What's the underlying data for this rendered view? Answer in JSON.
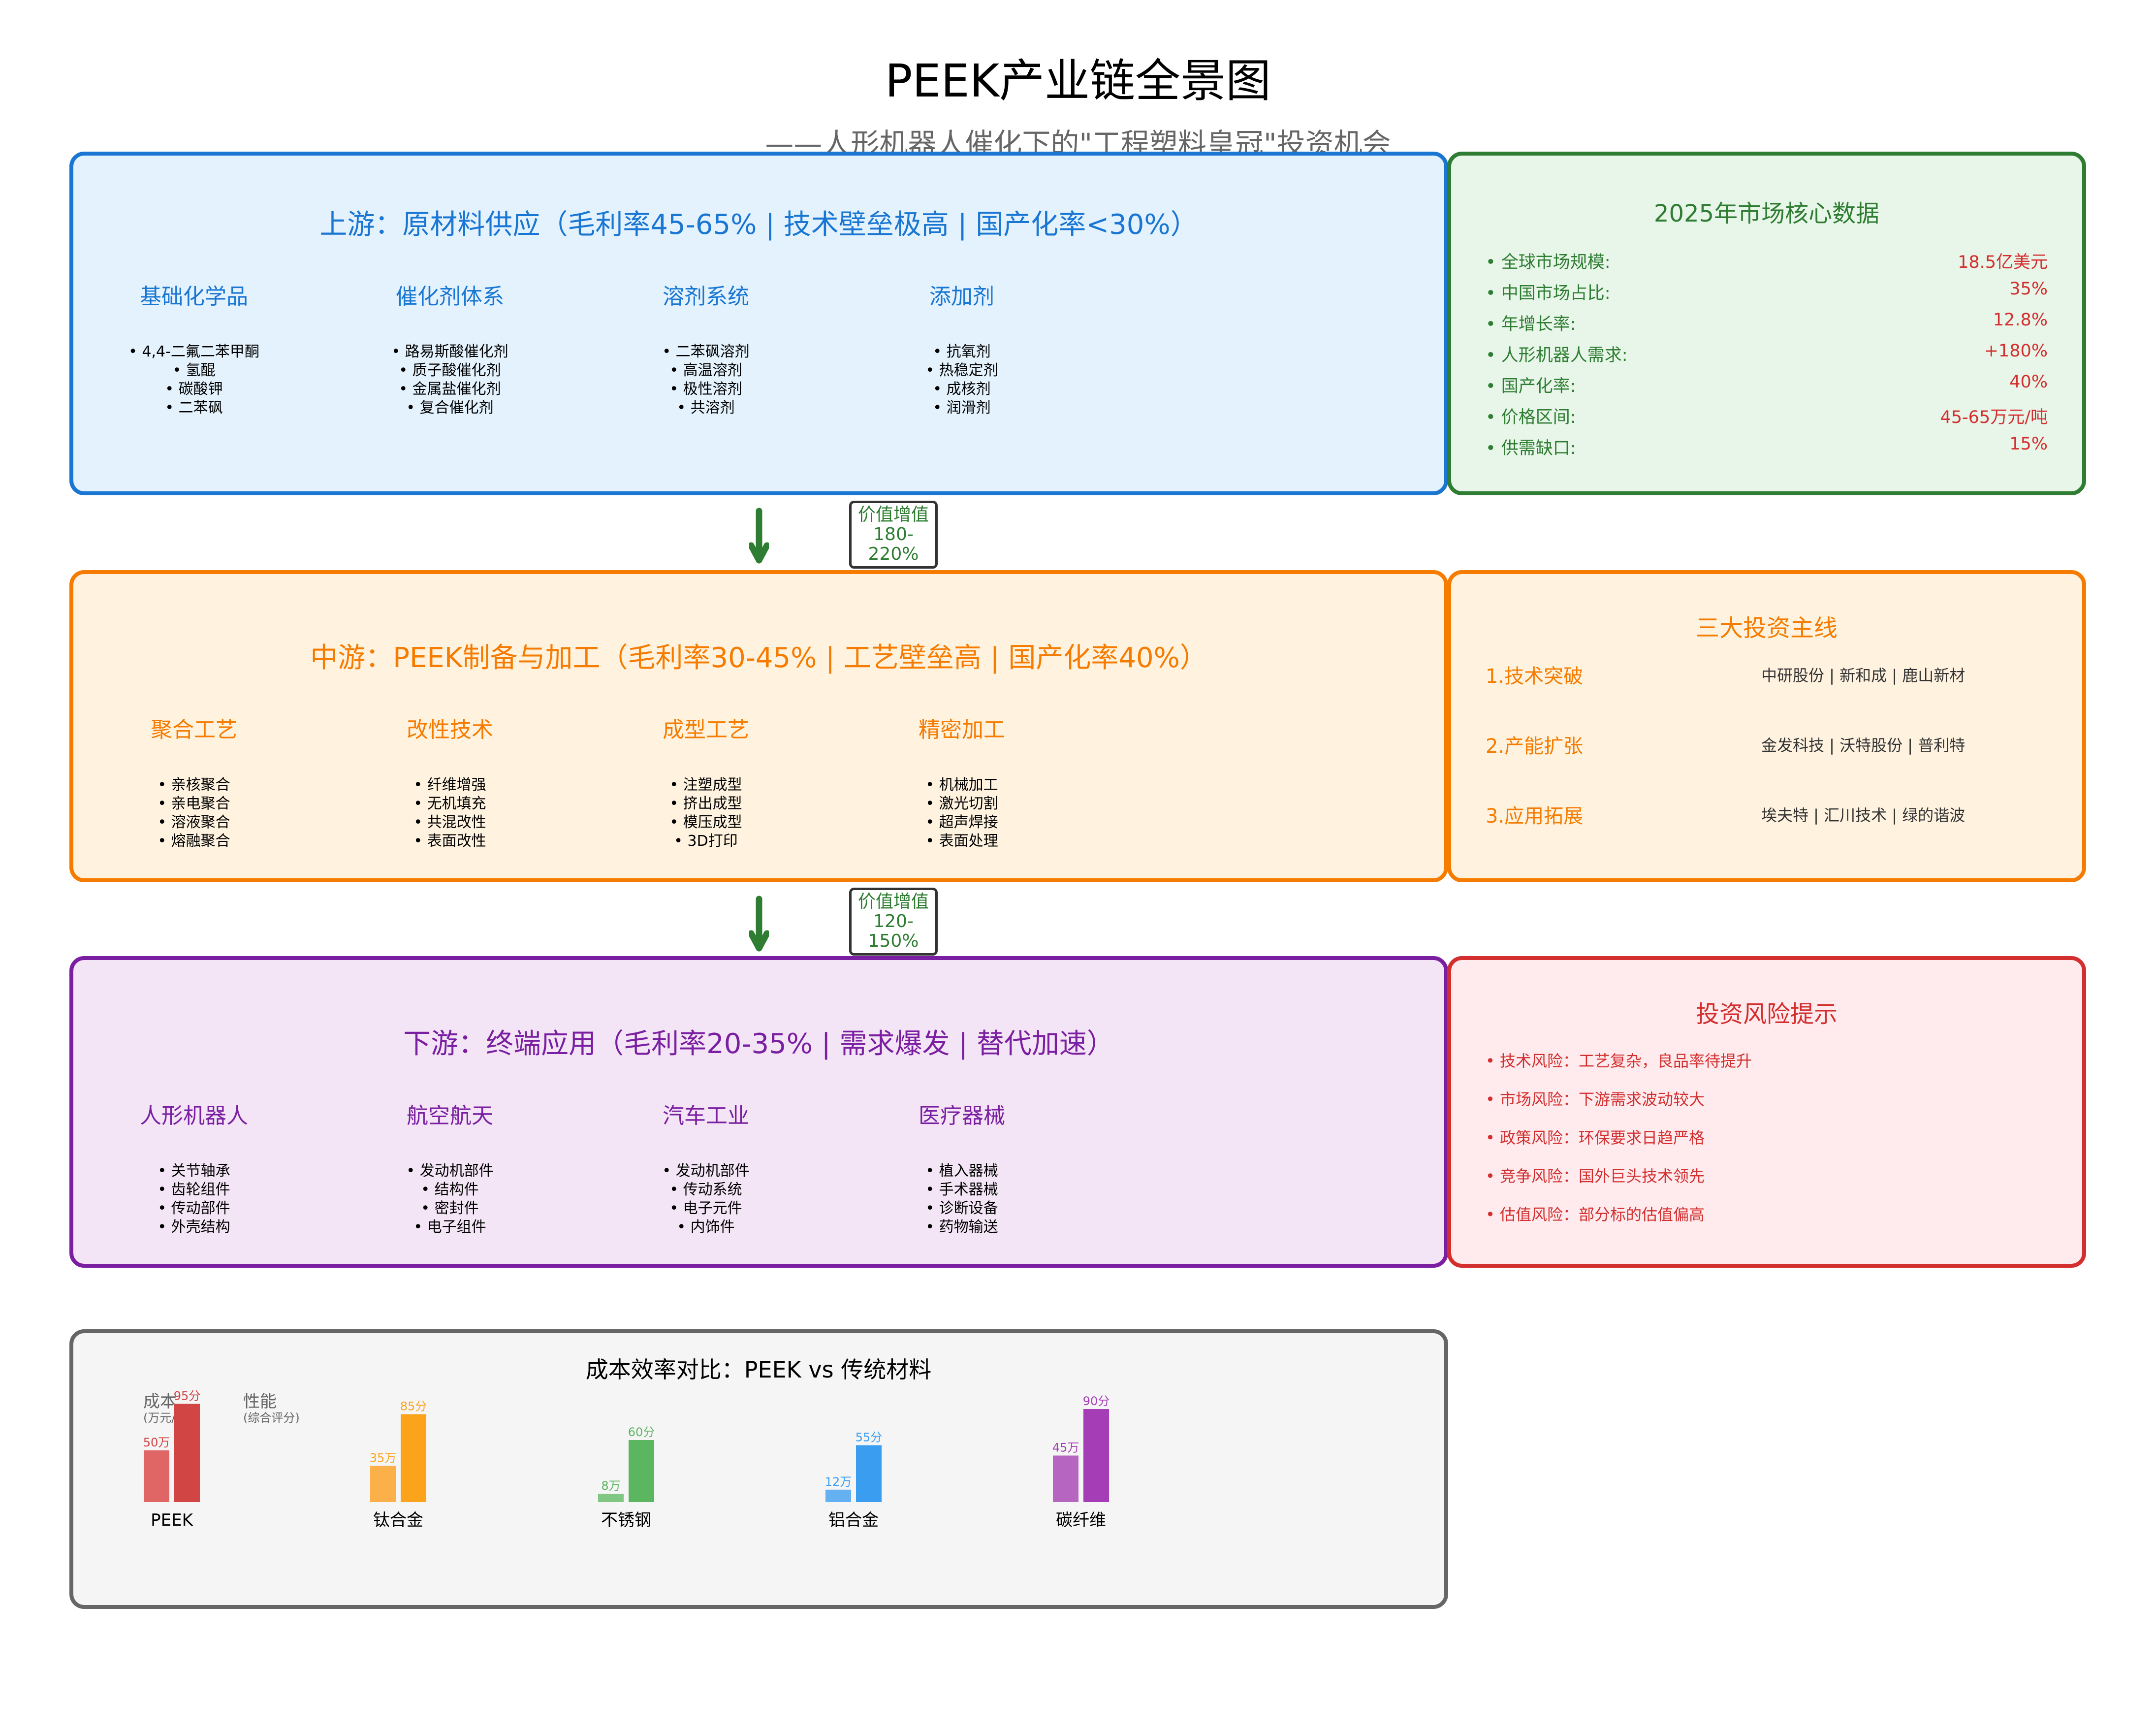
{
  "header": {
    "title": "PEEK产业链全景图",
    "subtitle": "——人形机器人催化下的\"工程塑料皇冠\"投资机会"
  },
  "colors": {
    "upstream": "#1976d2",
    "upstream_bg": "#e3f2fd",
    "midstream": "#f57c00",
    "midstream_bg": "#fff3e0",
    "downstream": "#7b1fa2",
    "downstream_bg": "#f3e5f5",
    "market": "#2e7d32",
    "market_bg": "#e8f5e9",
    "risk": "#d32f2f",
    "risk_bg": "#ffebee",
    "chart_border": "#666666",
    "chart_bg": "#f5f5f5",
    "arrow": "#2e7d32",
    "value_red": "#d32f2f"
  },
  "upstream": {
    "title": "上游：原材料供应（毛利率45-65% | 技术壁垒极高 | 国产化率<30%）",
    "columns": [
      {
        "head": "基础化学品",
        "items": [
          "4,4-二氟二苯甲酮",
          "氢醌",
          "碳酸钾",
          "二苯砜"
        ]
      },
      {
        "head": "催化剂体系",
        "items": [
          "路易斯酸催化剂",
          "质子酸催化剂",
          "金属盐催化剂",
          "复合催化剂"
        ]
      },
      {
        "head": "溶剂系统",
        "items": [
          "二苯砜溶剂",
          "高温溶剂",
          "极性溶剂",
          "共溶剂"
        ]
      },
      {
        "head": "添加剂",
        "items": [
          "抗氧剂",
          "热稳定剂",
          "成核剂",
          "润滑剂"
        ]
      }
    ]
  },
  "midstream": {
    "title": "中游：PEEK制备与加工（毛利率30-45% | 工艺壁垒高 | 国产化率40%）",
    "columns": [
      {
        "head": "聚合工艺",
        "items": [
          "亲核聚合",
          "亲电聚合",
          "溶液聚合",
          "熔融聚合"
        ]
      },
      {
        "head": "改性技术",
        "items": [
          "纤维增强",
          "无机填充",
          "共混改性",
          "表面改性"
        ]
      },
      {
        "head": "成型工艺",
        "items": [
          "注塑成型",
          "挤出成型",
          "模压成型",
          "3D打印"
        ]
      },
      {
        "head": "精密加工",
        "items": [
          "机械加工",
          "激光切割",
          "超声焊接",
          "表面处理"
        ]
      }
    ]
  },
  "downstream": {
    "title": "下游：终端应用（毛利率20-35% | 需求爆发 | 替代加速）",
    "columns": [
      {
        "head": "人形机器人",
        "items": [
          "关节轴承",
          "齿轮组件",
          "传动部件",
          "外壳结构"
        ]
      },
      {
        "head": "航空航天",
        "items": [
          "发动机部件",
          "结构件",
          "密封件",
          "电子组件"
        ]
      },
      {
        "head": "汽车工业",
        "items": [
          "发动机部件",
          "传动系统",
          "电子元件",
          "内饰件"
        ]
      },
      {
        "head": "医疗器械",
        "items": [
          "植入器械",
          "手术器械",
          "诊断设备",
          "药物输送"
        ]
      }
    ]
  },
  "value_add": [
    {
      "label": "价值增值",
      "value": "180-220%"
    },
    {
      "label": "价值增值",
      "value": "120-150%"
    }
  ],
  "market": {
    "title": "2025年市场核心数据",
    "rows": [
      {
        "key": "全球市场规模:",
        "value": "18.5亿美元"
      },
      {
        "key": "中国市场占比:",
        "value": "35%"
      },
      {
        "key": "年增长率:",
        "value": "12.8%"
      },
      {
        "key": "人形机器人需求:",
        "value": "+180%"
      },
      {
        "key": "国产化率:",
        "value": "40%"
      },
      {
        "key": "价格区间:",
        "value": "45-65万元/吨"
      },
      {
        "key": "供需缺口:",
        "value": "15%"
      }
    ]
  },
  "invest": {
    "title": "三大投资主线",
    "lines": [
      {
        "label": "1.技术突破",
        "companies": "中研股份 | 新和成 | 鹿山新材"
      },
      {
        "label": "2.产能扩张",
        "companies": "金发科技 | 沃特股份 | 普利特"
      },
      {
        "label": "3.应用拓展",
        "companies": "埃夫特 | 汇川技术 | 绿的谐波"
      }
    ]
  },
  "risk": {
    "title": "投资风险提示",
    "items": [
      "技术风险：工艺复杂，良品率待提升",
      "市场风险：下游需求波动较大",
      "政策风险：环保要求日趋严格",
      "竞争风险：国外巨头技术领先",
      "估值风险：部分标的估值偏高"
    ]
  },
  "chart_data": {
    "type": "bar",
    "title": "成本效率对比：PEEK vs 传统材料",
    "legend": {
      "cost_label": "成本",
      "cost_unit": "(万元/吨)",
      "perf_label": "性能",
      "perf_unit": "(综合评分)"
    },
    "categories": [
      "PEEK",
      "钛合金",
      "不锈钢",
      "铝合金",
      "碳纤维"
    ],
    "series": [
      {
        "name": "成本(万元/吨)",
        "values": [
          50,
          35,
          8,
          12,
          45
        ],
        "suffix": "万"
      },
      {
        "name": "性能(综合评分)",
        "values": [
          95,
          85,
          60,
          55,
          90
        ],
        "suffix": "分"
      }
    ],
    "colors": [
      {
        "cost": "#e06666",
        "perf": "#d24545"
      },
      {
        "cost": "#fbb04a",
        "perf": "#fca31c"
      },
      {
        "cost": "#81c784",
        "perf": "#5cb660"
      },
      {
        "cost": "#64b0f0",
        "perf": "#3a9df0"
      },
      {
        "cost": "#b665c1",
        "perf": "#a53db6"
      }
    ],
    "ylim": [
      0,
      100
    ]
  }
}
